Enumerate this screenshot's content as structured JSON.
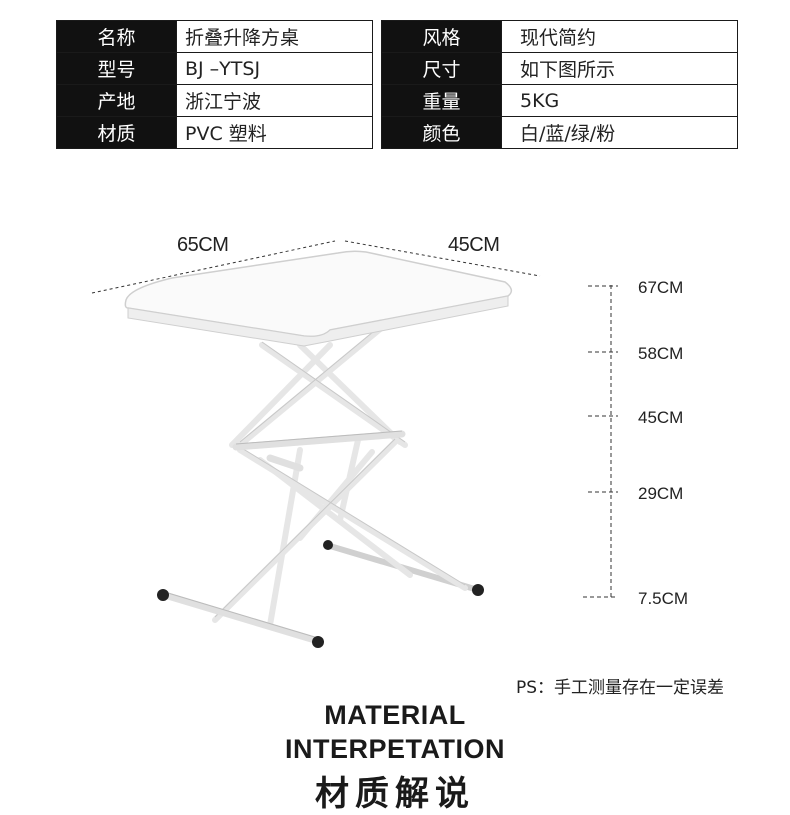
{
  "spec_left": [
    {
      "label": "名称",
      "value": "折叠升降方桌"
    },
    {
      "label": "型号",
      "value": "BJ –YTSJ"
    },
    {
      "label": "产地",
      "value": "浙江宁波"
    },
    {
      "label": "材质",
      "value": "PVC 塑料"
    }
  ],
  "spec_right": [
    {
      "label": "风格",
      "value": "现代简约"
    },
    {
      "label": "尺寸",
      "value": "如下图所示"
    },
    {
      "label": "重量",
      "value": "5KG"
    },
    {
      "label": "颜色",
      "value": "白/蓝/绿/粉"
    }
  ],
  "dimensions": {
    "length": "65CM",
    "width": "45CM",
    "heights": [
      "67CM",
      "58CM",
      "45CM",
      "29CM",
      "7.5CM"
    ]
  },
  "note": "PS：手工测量存在一定误差",
  "section_heading": {
    "line1": "MATERIAL",
    "line2": "INTERPETATION",
    "line3": "材质解说"
  },
  "colors": {
    "header_bg": "#111111",
    "header_text": "#ffffff",
    "border": "#1a1a1a"
  }
}
